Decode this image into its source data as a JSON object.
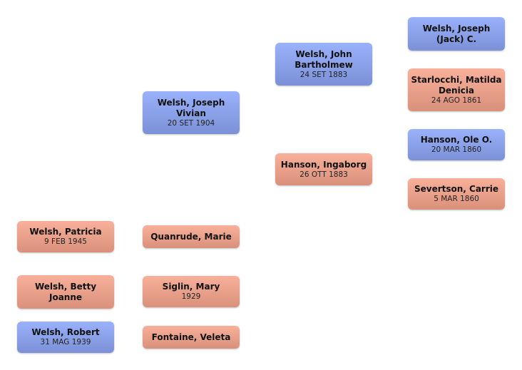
{
  "people": {
    "joseph_jack": {
      "name": "Welsh, Joseph (Jack) C.",
      "date": ""
    },
    "matilda": {
      "name": "Starlocchi, Matilda Denicia",
      "date": "24 AGO 1861"
    },
    "ole": {
      "name": "Hanson, Ole O.",
      "date": "20 MAR 1860"
    },
    "carrie": {
      "name": "Severtson, Carrie",
      "date": "5 MAR 1860"
    },
    "john": {
      "name": "Welsh, John Bartholmew",
      "date": "24 SET 1883"
    },
    "ingaborg": {
      "name": "Hanson, Ingaborg",
      "date": "26 OTT 1883"
    },
    "joseph_vivian": {
      "name": "Welsh, Joseph Vivian",
      "date": "20 SET 1904"
    },
    "marie": {
      "name": "Quanrude, Marie",
      "date": ""
    },
    "mary": {
      "name": "Siglin, Mary",
      "date": "1929"
    },
    "veleta": {
      "name": "Fontaine, Veleta",
      "date": ""
    },
    "patricia": {
      "name": "Welsh, Patricia",
      "date": "9 FEB 1945"
    },
    "betty": {
      "name": "Welsh, Betty Joanne",
      "date": ""
    },
    "robert": {
      "name": "Welsh, Robert",
      "date": "31 MAG 1939"
    }
  },
  "colors": {
    "male": "#8aa1e8",
    "female": "#eda18b"
  }
}
